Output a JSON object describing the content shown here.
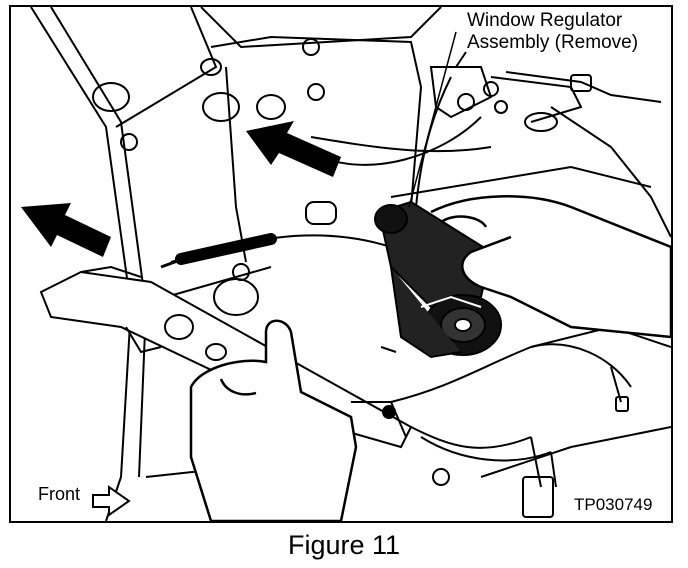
{
  "callout": {
    "line1": "Window Regulator",
    "line2": "Assembly (Remove)"
  },
  "orientation": {
    "front_label": "Front",
    "arrow_icon": "hollow-right-arrow-icon"
  },
  "figure_code": "TP030749",
  "caption": "Figure 11"
}
